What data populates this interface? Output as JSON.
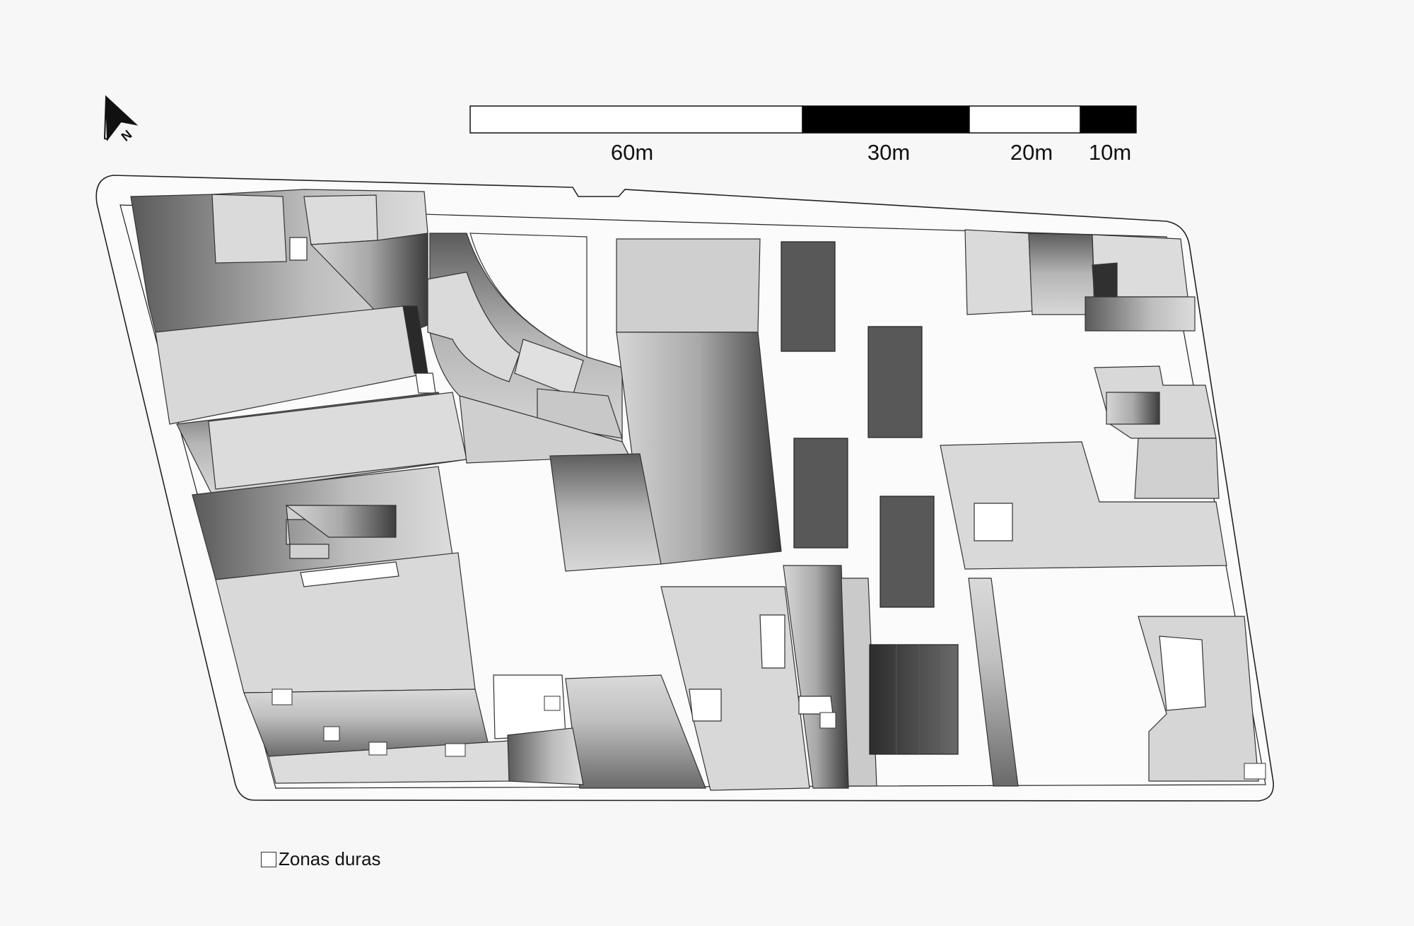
{
  "north_arrow": {
    "label": "N",
    "icon": "north-arrow-icon"
  },
  "scale_bar": {
    "segments": [
      {
        "label": "60m",
        "fill": "#ffffff"
      },
      {
        "label": "30m",
        "fill": "#000000"
      },
      {
        "label": "20m",
        "fill": "#ffffff"
      },
      {
        "label": "10m",
        "fill": "#000000"
      }
    ]
  },
  "legend": {
    "items": [
      {
        "label": "Zonas duras",
        "swatch": "#ffffff"
      }
    ]
  },
  "colors": {
    "background": "#f7f7f7",
    "building_light": "#d9d9d9",
    "building_mid": "#b8b8b8",
    "building_dark": "#585858",
    "outline": "#222222"
  }
}
